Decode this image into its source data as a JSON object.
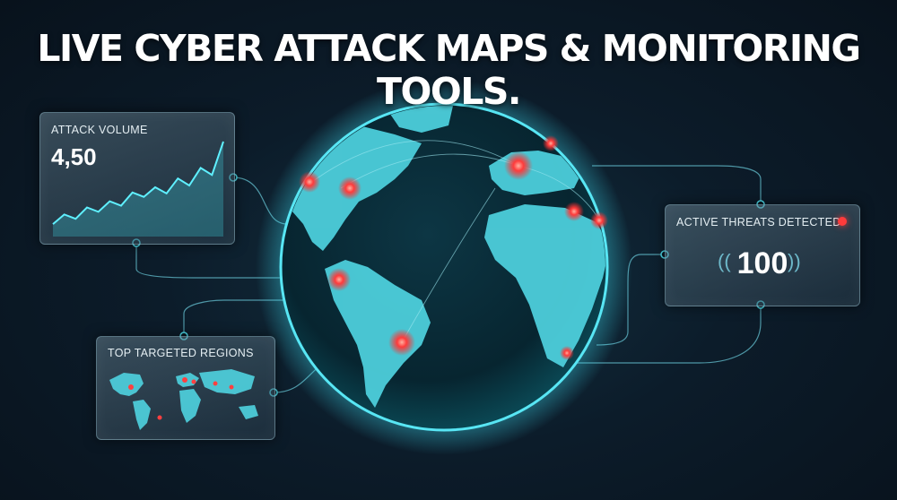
{
  "title": "LIVE CYBER ATTACK MAPS & MONITORING TOOLS.",
  "attack_volume": {
    "label": "ATTACK VOLUME",
    "value": "4,50",
    "trend": [
      0.06,
      0.17,
      0.12,
      0.25,
      0.2,
      0.32,
      0.27,
      0.42,
      0.37,
      0.48,
      0.41,
      0.58,
      0.5,
      0.7,
      0.62,
      1.0
    ]
  },
  "active_threats": {
    "label": "ACTIVE THREATS DETECTED",
    "value": "100"
  },
  "top_regions": {
    "label": "TOP TARGETED REGIONS"
  },
  "colors": {
    "accent": "#3fd6e6",
    "threat": "#ff3b3b",
    "panel_border": "#96bec d"
  }
}
